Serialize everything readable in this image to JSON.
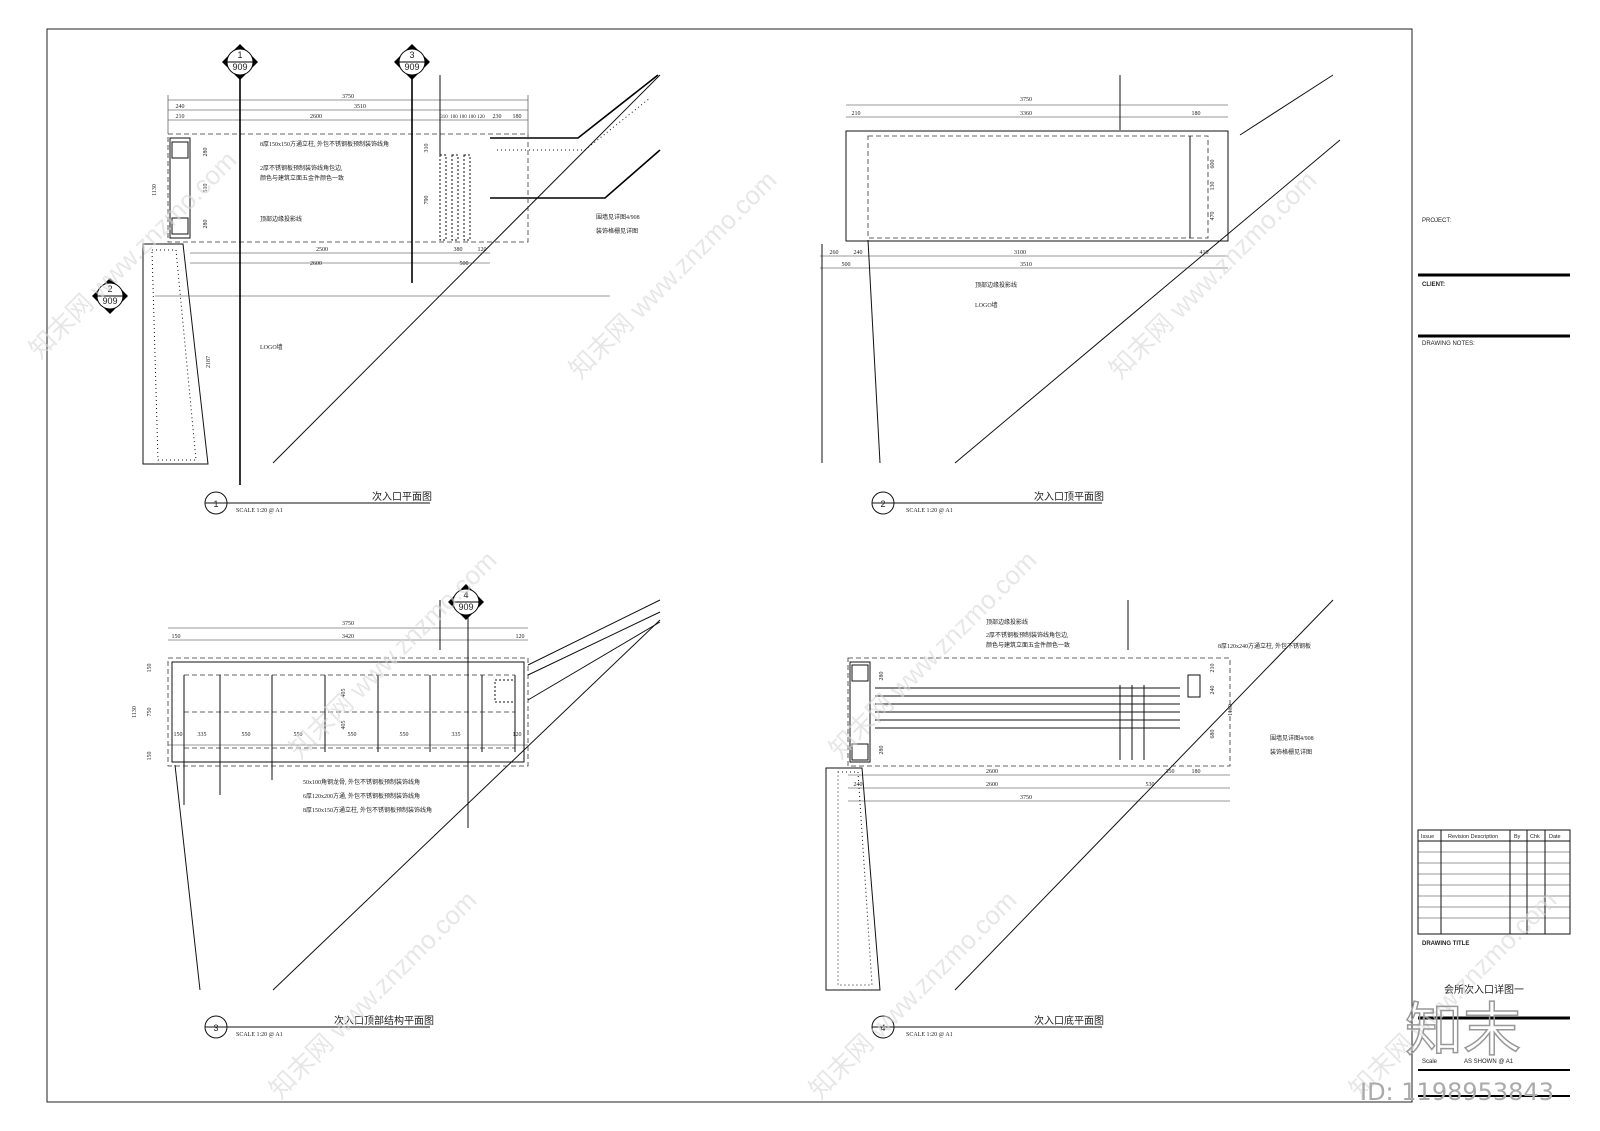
{
  "drawings": [
    {
      "num": "1",
      "title": "次入口平面图",
      "scale": "SCALE 1:20 @ A1"
    },
    {
      "num": "2",
      "title": "次入口顶平面图",
      "scale": "SCALE 1:20 @ A1"
    },
    {
      "num": "3",
      "title": "次入口顶部结构平面图",
      "scale": "SCALE 1:20 @ A1"
    },
    {
      "num": "4",
      "title": "次入口底平面图",
      "scale": "SCALE 1:20 @ A1"
    }
  ],
  "section_markers": [
    {
      "num": "1",
      "sheet": "909"
    },
    {
      "num": "3",
      "sheet": "909"
    },
    {
      "num": "2",
      "sheet": "909"
    },
    {
      "num": "4",
      "sheet": "909"
    }
  ],
  "plan1": {
    "dims_top": [
      "3750",
      "240",
      "3510",
      "210",
      "2600",
      "310",
      "100",
      "100",
      "100",
      "120",
      "230",
      "180"
    ],
    "dims_bottom": [
      "2500",
      "380",
      "120",
      "2600",
      "500"
    ],
    "dims_side": [
      "1130",
      "280",
      "510",
      "280",
      "310",
      "790",
      "2187"
    ],
    "notes": [
      "8厚150x150方通立柱, 外包不锈钢板预制装饰线角",
      "2厚不锈钢板预制装饰线角包边,",
      "颜色与建筑立面五金件颜色一致",
      "顶部边缘投影线",
      "围墙见详图4/908",
      "装饰格栅见详图",
      "LOGO墙"
    ]
  },
  "plan2": {
    "dims_top": [
      "3750",
      "210",
      "3360",
      "180"
    ],
    "dims_bottom": [
      "260",
      "240",
      "3100",
      "410",
      "500",
      "3510"
    ],
    "dims_side": [
      "600",
      "130",
      "470"
    ],
    "notes": [
      "顶部边缘投影线",
      "LOGO墙"
    ]
  },
  "plan3": {
    "dims_top": [
      "3750",
      "150",
      "3420",
      "120"
    ],
    "dims_row": [
      "150",
      "335",
      "550",
      "550",
      "550",
      "550",
      "335",
      "120"
    ],
    "dims_side": [
      "1130",
      "150",
      "750",
      "150",
      "405",
      "405"
    ],
    "notes": [
      "50x100角钢龙骨, 外包不锈钢板预制装饰线角",
      "6厚120x200方通, 外包不锈钢板预制装饰线角",
      "8厚150x150方通立柱, 外包不锈钢板预制装饰线角"
    ]
  },
  "plan4": {
    "dims_bottom": [
      "2600",
      "350",
      "180",
      "240",
      "2600",
      "530",
      "3750"
    ],
    "dims_side": [
      "280",
      "280",
      "210",
      "240",
      "680",
      "1130"
    ],
    "notes": [
      "顶部边缘投影线",
      "2厚不锈钢板预制装饰线角包边,",
      "颜色与建筑立面五金件颜色一致",
      "8厚120x240方通立柱, 外包不锈钢板",
      "围墙见详图4/908",
      "装饰格栅见详图"
    ]
  },
  "title_block": {
    "project_label": "PROJECT:",
    "client_label": "CLIENT:",
    "notes_label": "DRAWING NOTES:",
    "rev_headers": [
      "Issue",
      "Revision Description",
      "By",
      "Chk",
      "Date"
    ],
    "drawing_title_label": "DRAWING TITLE",
    "drawing_title": "会所次入口详图一",
    "scale_label": "Scale",
    "scale_value": "AS SHOWN @ A1"
  },
  "watermark": {
    "text": "知末网 www.znzmo.com",
    "logo": "知末",
    "id": "ID: 1198953843"
  }
}
